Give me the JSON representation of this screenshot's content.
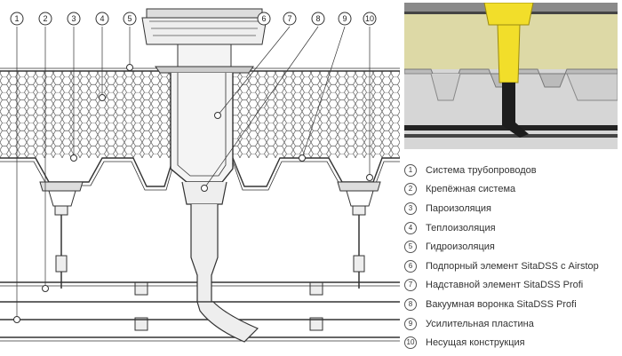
{
  "legend": [
    {
      "num": "1",
      "label": "Система трубопроводов"
    },
    {
      "num": "2",
      "label": "Крепёжная система"
    },
    {
      "num": "3",
      "label": "Пароизоляция"
    },
    {
      "num": "4",
      "label": "Теплоизоляция"
    },
    {
      "num": "5",
      "label": "Гидроизоляция"
    },
    {
      "num": "6",
      "label": "Подпорный элемент SitaDSS с Airstop"
    },
    {
      "num": "7",
      "label": "Надставной элемент SitaDSS Profi"
    },
    {
      "num": "8",
      "label": "Вакуумная воронка SitaDSS Profi"
    },
    {
      "num": "9",
      "label": "Усилительная пластина"
    },
    {
      "num": "10",
      "label": "Несущая конструкция"
    }
  ],
  "callouts": [
    "1",
    "2",
    "3",
    "4",
    "5",
    "6",
    "7",
    "8",
    "9",
    "10"
  ],
  "colors": {
    "insulation": "#e8e8e8",
    "line": "#333333",
    "photo_insulation": "#ddd9a6",
    "funnel_yellow": "#f2de2a",
    "photo_background": "#d6d6d6"
  }
}
